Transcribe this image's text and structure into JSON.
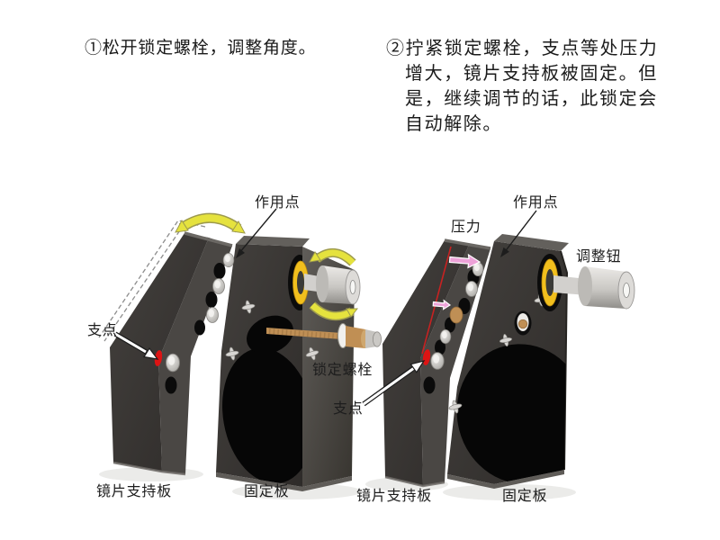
{
  "instructions": {
    "step1": "①松开锁定螺栓，调整角度。",
    "step2_lines": [
      "②拧紧锁定螺栓，支点等处压力",
      "增大，镜片支持板被固定。但",
      "是，继续调节的话，此锁定会",
      "自动解除。"
    ]
  },
  "diagram_left": {
    "state": "unlocked-adjusting",
    "labels": {
      "action_point": "作用点",
      "fulcrum": "支点",
      "locking_bolt": "锁定螺栓",
      "support_plate": "镜片支持板",
      "fixed_plate": "固定板"
    }
  },
  "diagram_right": {
    "state": "locked",
    "labels": {
      "pressure": "压力",
      "action_point": "作用点",
      "adjustment_knob": "调整钮",
      "fulcrum": "支点",
      "support_plate": "镜片支持板",
      "fixed_plate": "固定板"
    }
  },
  "colors": {
    "plate_front": "#393634",
    "plate_screw_face": "#4a4744",
    "highlight_yellow": "#e5e23e",
    "ring_yellow": "#f1bf1d",
    "pressure_pink": "#eda2d8",
    "fulcrum_red": "#dd1414",
    "bolt_tan": "#bf8f55",
    "metal_silver": "#d6d4d1"
  }
}
